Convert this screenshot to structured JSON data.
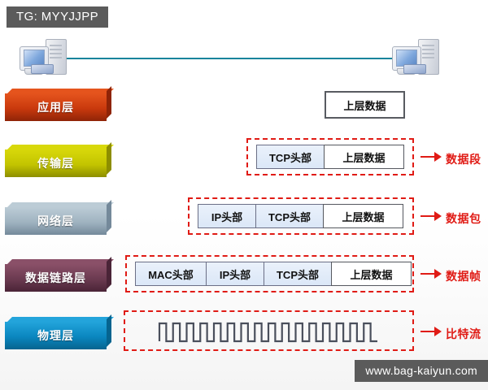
{
  "overlay": {
    "top_tag": "TG: MYYJJPP",
    "watermark": "www.bag-kaiyun.com"
  },
  "topology": {
    "left_host_name": "host-computer-left",
    "right_host_name": "host-computer-right",
    "link_color": "#16849c"
  },
  "layers": [
    {
      "id": "application",
      "label": "应用层",
      "color": "#c9390d",
      "color_light": "#e5541d",
      "color_dark": "#8f2407"
    },
    {
      "id": "transport",
      "label": "传输层",
      "color": "#c3c400",
      "color_light": "#d8d80a",
      "color_dark": "#8d8e00"
    },
    {
      "id": "network",
      "label": "网络层",
      "color": "#9fb3c0",
      "color_light": "#bcccd6",
      "color_dark": "#74899a"
    },
    {
      "id": "datalink",
      "label": "数据链路层",
      "color": "#6b3a50",
      "color_light": "#8a5068",
      "color_dark": "#4a2437"
    },
    {
      "id": "physical",
      "label": "物理层",
      "color": "#0a86bf",
      "color_light": "#23a4db",
      "color_dark": "#06648f"
    }
  ],
  "pdu_rows": {
    "application": {
      "cells": [
        "上层数据"
      ],
      "dashed": false,
      "pdu_label": ""
    },
    "transport": {
      "cells": [
        "TCP头部",
        "上层数据"
      ],
      "dashed": true,
      "pdu_label": "数据段"
    },
    "network": {
      "cells": [
        "IP头部",
        "TCP头部",
        "上层数据"
      ],
      "dashed": true,
      "pdu_label": "数据包"
    },
    "datalink": {
      "cells": [
        "MAC头部",
        "IP头部",
        "TCP头部",
        "上层数据"
      ],
      "dashed": true,
      "pdu_label": "数据帧"
    },
    "physical": {
      "cells": [],
      "dashed": true,
      "pdu_label": "比特流",
      "signal": "square-wave",
      "pulse_count": 16
    }
  },
  "colors": {
    "accent_red": "#e01b15",
    "header_fill": "#dbe7f7",
    "data_fill": "#ffffff",
    "box_border": "#6b6f86"
  }
}
